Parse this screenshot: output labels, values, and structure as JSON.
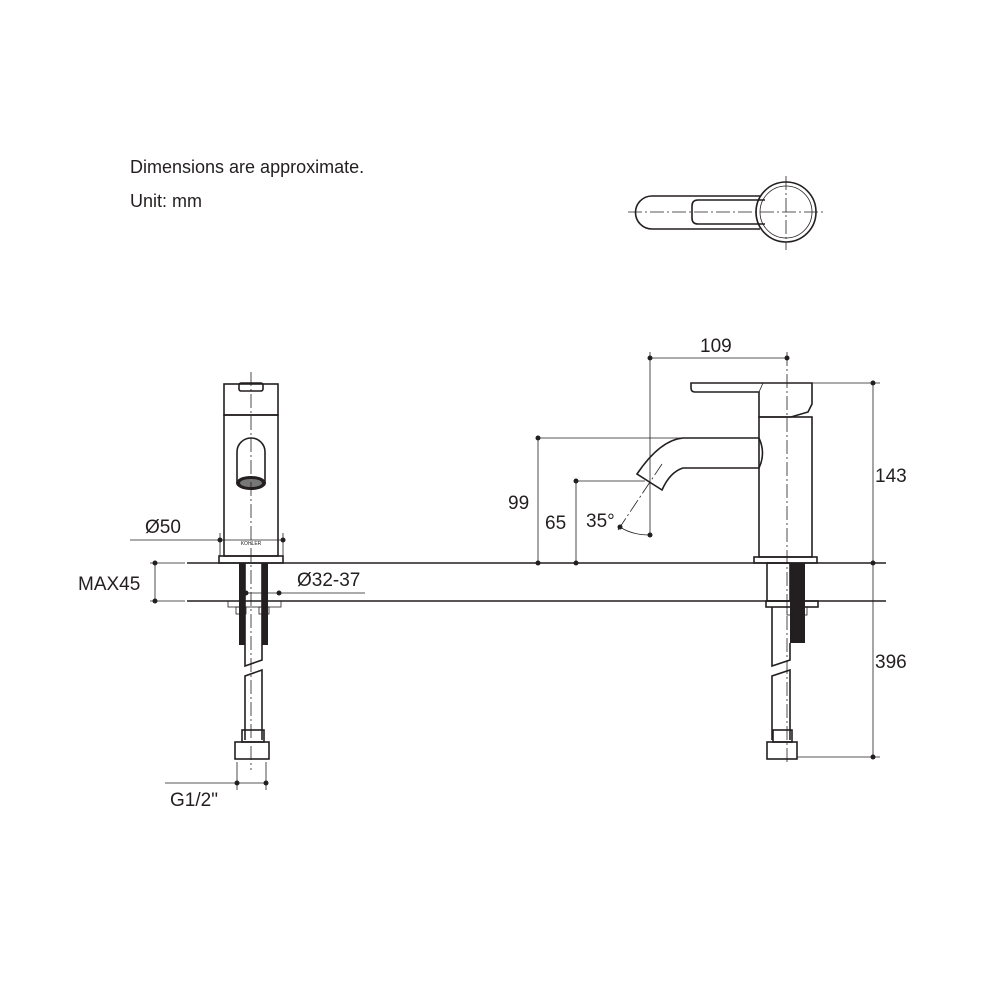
{
  "notes": {
    "approximate": "Dimensions are approximate.",
    "unit": "Unit: mm"
  },
  "dimensions": {
    "base_diameter": "Ø50",
    "max_thickness": "MAX45",
    "hole_diameter": "Ø32-37",
    "connection": "G1/2\"",
    "spout_reach": "109",
    "spout_height": "99",
    "outlet_height": "65",
    "outlet_angle": "35°",
    "total_height": "143",
    "hose_length": "396"
  },
  "logo": "KOHLER"
}
